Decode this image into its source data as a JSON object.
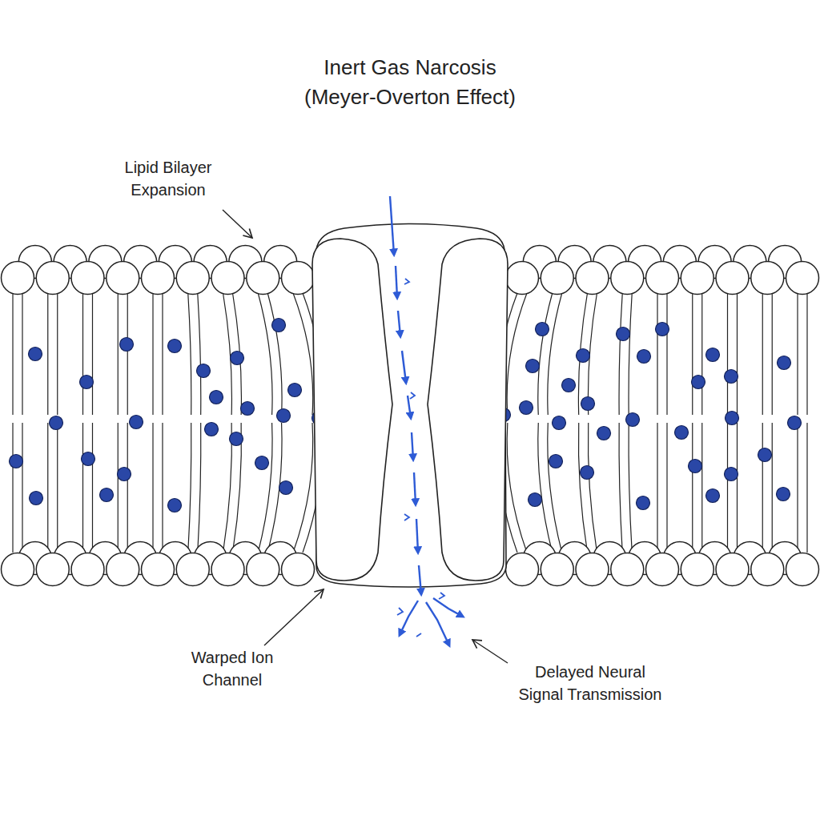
{
  "diagram": {
    "title": "Inert Gas Narcosis (Meyer-Overton Effect)",
    "labels": [
      "Lipid Bilayer Expansion",
      "Warped Ion Channel",
      "Delayed Neural Signal Transmission"
    ]
  }
}
